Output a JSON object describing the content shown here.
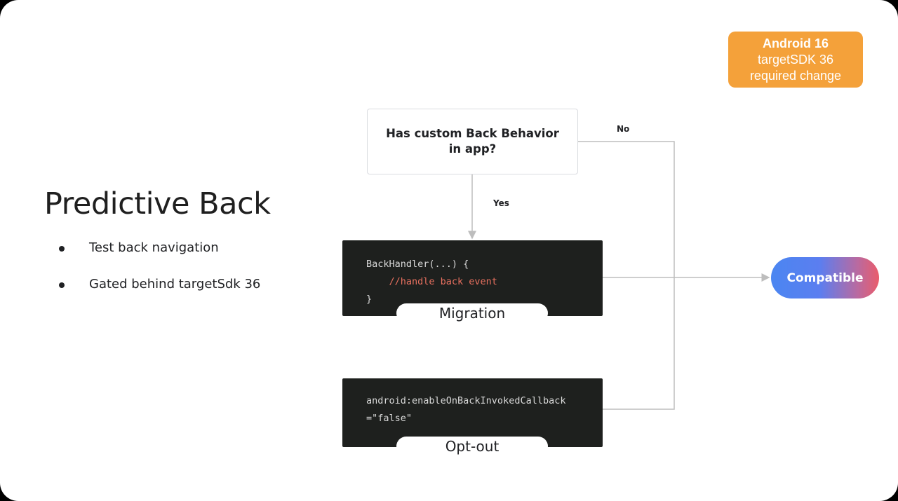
{
  "badge": {
    "line1": "Android 16",
    "line2": "targetSDK 36",
    "line3": "required change",
    "color": "#f4a13a"
  },
  "title": "Predictive Back",
  "bullets": [
    "Test back navigation",
    "Gated behind targetSdk 36"
  ],
  "flow": {
    "decision": {
      "line1": "Has custom Back Behavior",
      "line2": "in app?"
    },
    "label_no": "No",
    "label_yes": "Yes",
    "migration": {
      "code_line1": "BackHandler(...) {",
      "code_line2": "    //handle back event",
      "code_line3": "}",
      "label": "Migration"
    },
    "optout": {
      "code_line1": "android:enableOnBackInvokedCallback",
      "code_line2": "=\"false\"",
      "label": "Opt-out"
    },
    "result": "Compatible"
  },
  "colors": {
    "code_bg": "#1e201e",
    "code_comment": "#e8705f",
    "connector": "#bdbdbd"
  }
}
